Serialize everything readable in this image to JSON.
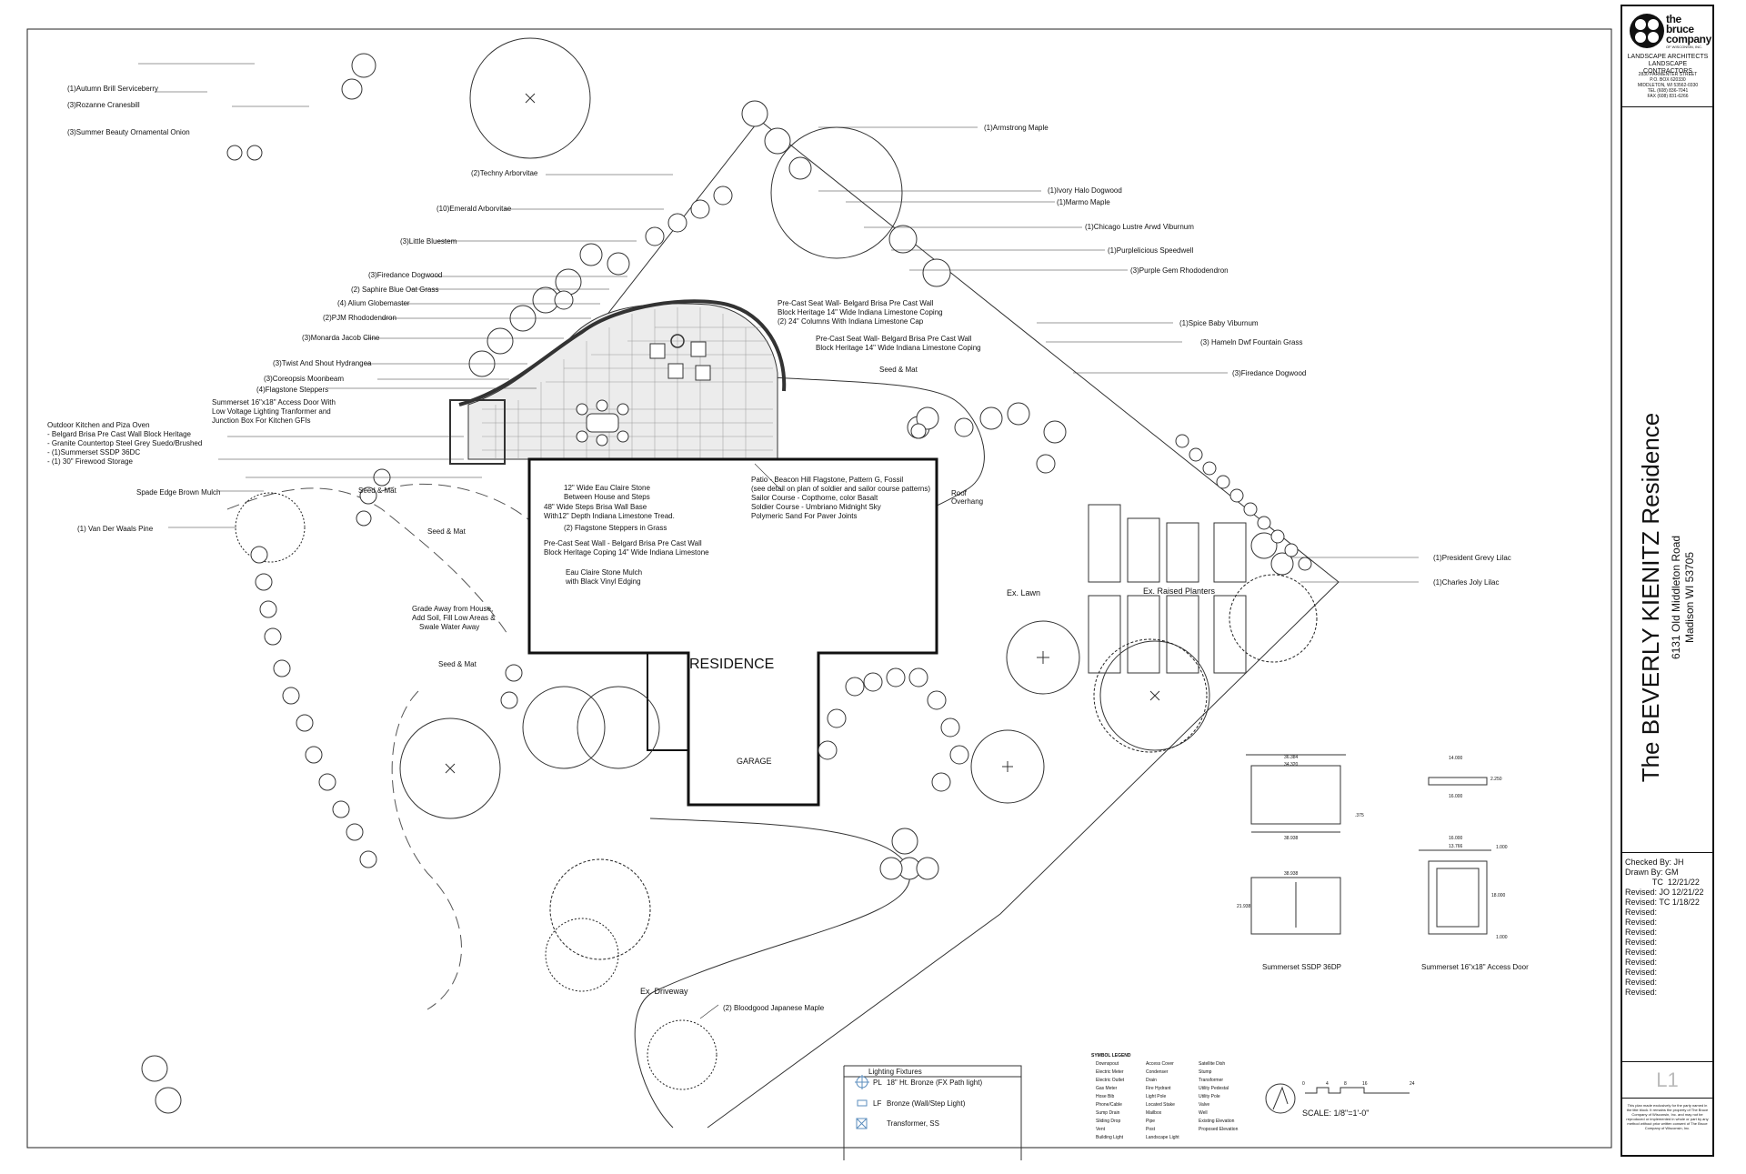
{
  "plant_labels": {
    "serviceberry": "(1)Autumn Brill Serviceberry",
    "cranesbill": "(3)Rozanne Cranesbill",
    "onion": "(3)Summer Beauty Ornamental Onion",
    "techny": "(2)Techny Arborvitae",
    "emerald": "(10)Emerald Arborvitae",
    "bluestem": "(3)Little Bluestem",
    "firedance_left": "(3)Firedance Dogwood",
    "oat_grass": "(2) Saphire Blue Oat Grass",
    "alium": "(4) Alium Globemaster",
    "pjm": "(2)PJM Rhododendron",
    "monarda": "(3)Monarda Jacob Cline",
    "hydrangea": "(3)Twist And Shout Hydrangea",
    "coreopsis": "(3)Coreopsis Moonbeam",
    "flagstone_steppers": "(4)Flagstone Steppers",
    "armstrong": "(1)Armstrong Maple",
    "ivory_halo": "(1)Ivory Halo Dogwood",
    "marmo": "(1)Marmo Maple",
    "chicago_viburnum": "(1)Chicago Lustre Arwd Viburnum",
    "speedwell": "(1)Purplelicious Speedwell",
    "purple_gem": "(3)Purple Gem Rhododendron",
    "spice_baby": "(1)Spice Baby Viburnum",
    "hameln": "(3) Hameln Dwf Fountain Grass",
    "firedance_right": "(3)Firedance Dogwood",
    "grevy_lilac": "(1)President Grevy Lilac",
    "joly_lilac": "(1)Charles Joly Lilac",
    "spade_edge": "Spade Edge Brown Mulch",
    "van_der_waals": "(1) Van Der Waals Pine",
    "bloodgood": "(2) Bloodgood Japanese Maple"
  },
  "notes": {
    "access_door": [
      "Summerset 16\"x18\" Access Door With",
      "Low Voltage Lighting  Tranformer and",
      "Junction Box For Kitchen GFIs"
    ],
    "outdoor_kitchen": [
      "Outdoor Kitchen and Piza Oven",
      "- Belgard Brisa Pre Cast Wall Block Heritage",
      "- Granite Countertop  Steel Grey Suedo/Brushed",
      "- (1)Summerset SSDP 36DC",
      "- (1) 30\" Firewood Storage"
    ],
    "seat_wall_top": [
      "Pre-Cast Seat Wall- Belgard Brisa Pre Cast Wall",
      "Block Heritage 14\" Wide Indiana Limestone Coping",
      "(2) 24\" Columns With Indiana Limestone Cap"
    ],
    "seat_wall_right": [
      "Pre-Cast Seat Wall- Belgard Brisa Pre Cast Wall",
      "Block Heritage 14\" Wide Indiana Limestone Coping"
    ],
    "patio": [
      "Patio - Beacon Hill Flagstone, Pattern G, Fossil",
      "(see detail on plan of soldier and sailor course patterns)",
      "Sailor Course -  Copthorne, color Basalt",
      "Soldier Course - Umbriano Midnight Sky",
      "Polymeric Sand For Paver Joints"
    ],
    "eau_claire_12": [
      "12\" Wide Eau Claire Stone",
      "Between House and Steps"
    ],
    "steps": [
      "48\" Wide Steps  Brisa Wall Base",
      "With12\" Depth Indiana Limestone Tread."
    ],
    "flagstone_grass": "(2)    Flagstone Steppers in Grass",
    "seat_wall_mid": [
      "Pre-Cast Seat Wall - Belgard Brisa Pre Cast Wall",
      "Block Heritage Coping 14\" Wide Indiana Limestone"
    ],
    "mulch_edging": [
      "Eau Claire Stone Mulch",
      "with Black Vinyl Edging"
    ],
    "grade_away": [
      "Grade Away from House,",
      "Add Soil, Fill Low Areas &",
      "Swale Water Away"
    ],
    "seed_mat": "Seed & Mat",
    "roof_overhang": [
      "Roof",
      "Overhang"
    ],
    "ex_lawn": "Ex. Lawn",
    "ex_raised": "Ex. Raised Planters",
    "ex_driveway": "Ex. Driveway",
    "residence": "RESIDENCE",
    "garage": "GARAGE"
  },
  "details": {
    "ssdp_caption": "Summerset SSDP 36DP",
    "door_caption": "Summerset 16\"x18\" Access Door",
    "dims": [
      "36.384",
      "34.320",
      "38.938",
      "38.938",
      "21.938",
      "14.000",
      "16.000",
      "16.000",
      "13.766",
      "2.250",
      "18.000",
      "1.000",
      "1.000",
      ".375"
    ]
  },
  "lighting_legend": {
    "title": "Lighting Fixtures",
    "items": [
      {
        "code": "PL",
        "text": "18\" Ht. Bronze (FX Path light)"
      },
      {
        "code": "LF",
        "text": "Bronze (Wall/Step Light)"
      },
      {
        "code": "",
        "text": "Transformer, SS"
      }
    ]
  },
  "symbol_legend": {
    "title": "SYMBOL LEGEND",
    "col1": [
      "Downspout",
      "Electric Meter",
      "Electric Outlet",
      "Gas Meter",
      "Hose Bib",
      "Phone/Cable",
      "Sump Drain",
      "Sliding Drop",
      "Vent",
      "Building Light"
    ],
    "col2": [
      "Access Cover",
      "Condenser",
      "Drain",
      "Fire Hydrant",
      "Light Pole",
      "Located Stake",
      "Mailbox",
      "Pipe",
      "Post",
      "Landscape Light"
    ],
    "col3": [
      "Satellite Dish",
      "Stump",
      "Transformer",
      "Utility Pedestal",
      "Utility Pole",
      "Valve",
      "Well",
      "Existing Elevation",
      "Proposed Elevation"
    ]
  },
  "scale": {
    "text": "SCALE: 1/8\"=1'-0\"",
    "ticks": [
      "0",
      "4",
      "8",
      "16"
    ],
    "end": "24"
  },
  "title_block": {
    "logo_word": [
      "the",
      "bruce",
      "company"
    ],
    "logo_sub": "OF WISCONSIN, INC.",
    "firm": [
      "LANDSCAPE ARCHITECTS",
      "LANDSCAPE CONTRACTORS"
    ],
    "address": [
      "2830 PARMENTER STREET",
      "P.O. BOX  620330",
      "MIDDLETON, WI  53562-0330",
      "",
      "TEL  (608)  836-7041",
      "FAX  (608)  831-6266"
    ],
    "project_title": "The BEVERLY KIENITZ Residence",
    "project_addr1": "6131 Old Middleton Road",
    "project_addr2": "Madison WI 53705",
    "revisions": [
      "Checked By: JH",
      "Drawn By: GM",
      "            TC  12/21/22",
      "Revised: JO 12/21/22",
      "Revised:  TC 1/18/22",
      "Revised:",
      "Revised:",
      "Revised:",
      "Revised:",
      "Revised:",
      "Revised:",
      "Revised:",
      "Revised:",
      "Revised:"
    ],
    "sheet": "L1",
    "disclaimer": "This plan made exclusively for the party named in the title block. It remains the property of The Bruce Company of Wisconsin, Inc. and may not be reproduced or implemented in whole or part by any method without prior written consent of The Bruce Company of Wisconsin, Inc."
  }
}
